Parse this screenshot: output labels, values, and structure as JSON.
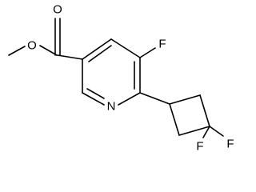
{
  "molecule": {
    "atoms": {
      "o_carbonyl": "O",
      "o_ester": "O",
      "f_ring": "F",
      "n_ring": "N",
      "f_cyclobutyl_1": "F",
      "f_cyclobutyl_2": "F"
    },
    "colors": {
      "bond": "#000000",
      "label": "#000000",
      "background": "#ffffff"
    }
  }
}
